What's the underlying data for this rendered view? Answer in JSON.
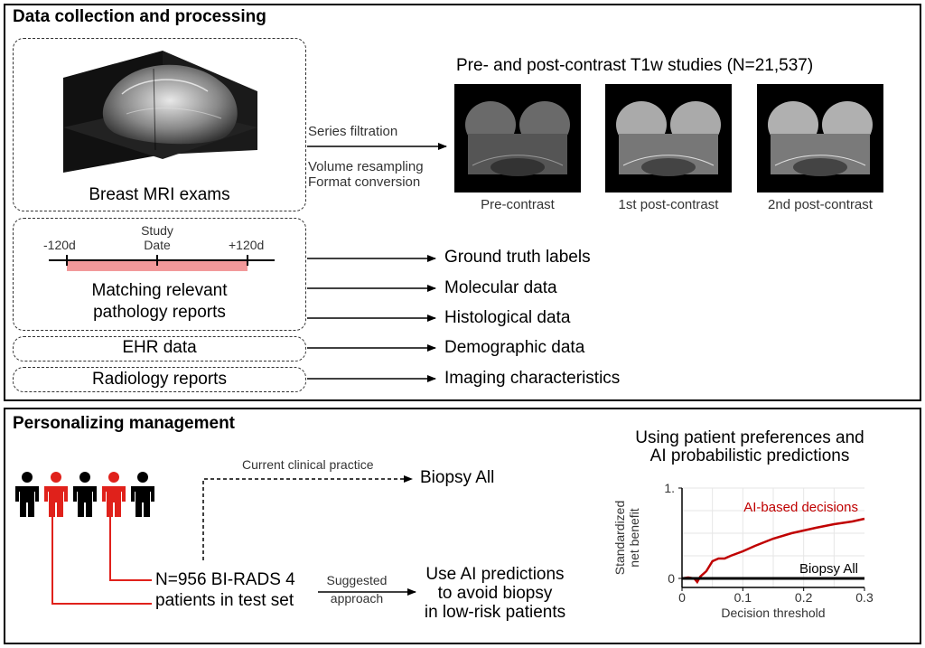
{
  "top_panel": {
    "title": "Data collection and processing",
    "mri_exam_label": "Breast MRI exams",
    "studies_title": "Pre- and post-contrast T1w studies (N=21,537)",
    "process_steps": [
      "Series filtration",
      "Volume resampling",
      "Format conversion"
    ],
    "image_labels": [
      "Pre-contrast",
      "1st post-contrast",
      "2nd post-contrast"
    ],
    "timeline": {
      "left": "-120d",
      "center_line1": "Study",
      "center_line2": "Date",
      "right": "+120d"
    },
    "pathology_line1": "Matching relevant",
    "pathology_line2": "pathology reports",
    "ehr_label": "EHR data",
    "radiology_label": "Radiology reports",
    "outputs": [
      "Ground truth labels",
      "Molecular data",
      "Histological data",
      "Demographic data",
      "Imaging characteristics"
    ]
  },
  "bottom_panel": {
    "title": "Personalizing management",
    "current_practice": "Current clinical practice",
    "biopsy_all": "Biopsy All",
    "patients_line1": "N=956 BI-RADS 4",
    "patients_line2": "patients in test set",
    "suggested_line1": "Suggested",
    "suggested_line2": "approach",
    "ai_line1": "Use AI predictions",
    "ai_line2": "to avoid biopsy",
    "ai_line3": "in low-risk patients",
    "chart_title_line1": "Using patient preferences and",
    "chart_title_line2": "AI probabilistic predictions",
    "person_colors": [
      "#000000",
      "#e0211b",
      "#000000",
      "#e0211b",
      "#000000"
    ]
  },
  "chart_data": {
    "type": "line",
    "title": "",
    "xlabel": "Decision threshold",
    "ylabel_line1": "Standardized",
    "ylabel_line2": "net benefit",
    "xlim": [
      0,
      0.3
    ],
    "ylim": [
      -0.1,
      1
    ],
    "x_ticks": [
      "0",
      "0.1",
      "0.2",
      "0.3"
    ],
    "y_ticks": [
      "0",
      "1"
    ],
    "grid": true,
    "series": [
      {
        "name": "AI-based decisions",
        "color": "#c00000",
        "x": [
          0.0,
          0.01,
          0.02,
          0.025,
          0.03,
          0.04,
          0.05,
          0.06,
          0.07,
          0.08,
          0.1,
          0.12,
          0.15,
          0.18,
          0.2,
          0.22,
          0.25,
          0.28,
          0.3
        ],
        "y": [
          0.0,
          0.01,
          0.0,
          -0.04,
          0.02,
          0.08,
          0.19,
          0.22,
          0.22,
          0.25,
          0.3,
          0.36,
          0.44,
          0.5,
          0.53,
          0.56,
          0.6,
          0.63,
          0.66
        ]
      },
      {
        "name": "Biopsy All",
        "color": "#000000",
        "x": [
          0.0,
          0.3
        ],
        "y": [
          0.0,
          0.0
        ]
      }
    ]
  }
}
